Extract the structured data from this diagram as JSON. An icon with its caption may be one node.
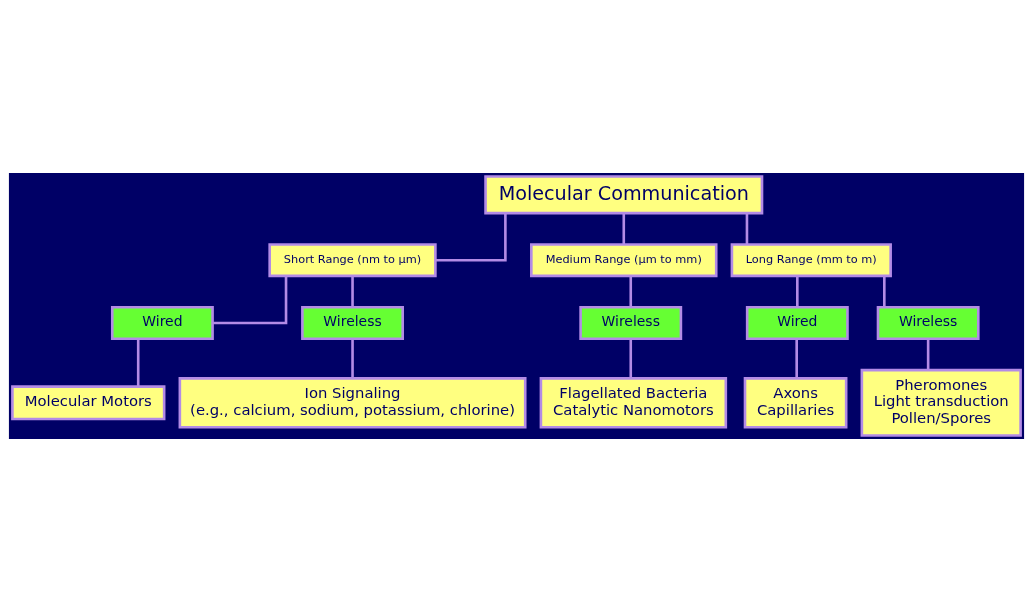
{
  "diagram": {
    "nodes": [
      {
        "text": [
          "Molecular Communication"
        ]
      },
      {
        "text": [
          "Short Range (nm to µm)"
        ]
      },
      {
        "text": [
          "Medium Range (µm to mm)"
        ]
      },
      {
        "text": [
          "Long Range (mm to m)"
        ]
      },
      {
        "text": [
          "Wired"
        ]
      },
      {
        "text": [
          "Wireless"
        ]
      },
      {
        "text": [
          "Wireless"
        ]
      },
      {
        "text": [
          "Wired"
        ]
      },
      {
        "text": [
          "Wireless"
        ]
      },
      {
        "text": [
          "Molecular Motors"
        ]
      },
      {
        "text": [
          "Ion Signaling",
          "(e.g., calcium, sodium, potassium, chlorine)"
        ]
      },
      {
        "text": [
          "Flagellated Bacteria",
          "Catalytic Nanomotors"
        ]
      },
      {
        "text": [
          "Axons",
          "Capillaries"
        ]
      },
      {
        "text": [
          "Pheromones",
          "Light transduction",
          "Pollen/Spores"
        ]
      }
    ],
    "edges": [
      {
        "from": 0,
        "to": 1,
        "arrow": "none"
      },
      {
        "from": 0,
        "to": 2,
        "arrow": "none"
      },
      {
        "from": 0,
        "to": 3,
        "arrow": "none"
      },
      {
        "from": 1,
        "to": 4,
        "arrow": "none"
      },
      {
        "from": 1,
        "to": 5,
        "arrow": "none"
      },
      {
        "from": 2,
        "to": 6,
        "arrow": "none"
      },
      {
        "from": 3,
        "to": 7,
        "arrow": "none"
      },
      {
        "from": 3,
        "to": 8,
        "arrow": "none"
      },
      {
        "from": 4,
        "to": 9,
        "arrow": "none"
      },
      {
        "from": 5,
        "to": 10,
        "arrow": "none"
      },
      {
        "from": 6,
        "to": 11,
        "arrow": "none"
      },
      {
        "from": 7,
        "to": 12,
        "arrow": "none"
      },
      {
        "from": 8,
        "to": 13,
        "arrow": "none"
      }
    ]
  }
}
